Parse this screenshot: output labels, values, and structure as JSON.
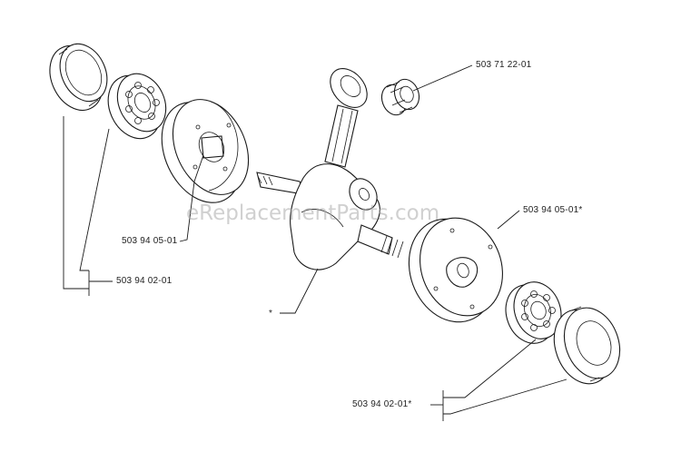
{
  "watermark": "eReplacementParts.com",
  "labels": {
    "needle_bearing": "503 71 22-01",
    "flywheel_right": "503 94 05-01*",
    "flywheel_left": "503 94 05-01",
    "bearing_seal_left": "503 94 02-01",
    "crankshaft": "*",
    "bearing_seal_right": "503 94 02-01*"
  }
}
